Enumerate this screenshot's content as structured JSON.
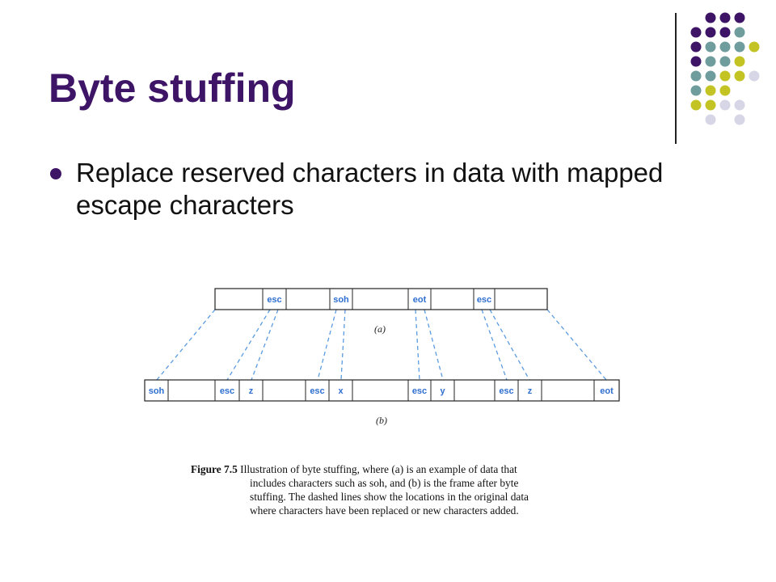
{
  "slide": {
    "title": "Byte stuffing",
    "bullet": "Replace reserved characters in data with mapped escape characters"
  },
  "colors": {
    "title": "#3d1466",
    "dot_purple": "#3d1466",
    "dot_teal": "#6f9c9c",
    "dot_olive": "#c3c424",
    "dot_lavender": "#d6d6e6",
    "cell_label": "#2f6fd0",
    "dashed_line": "#5b9be0"
  },
  "figure": {
    "row_a_cells": [
      "",
      "esc",
      "",
      "soh",
      "",
      "eot",
      "",
      "esc",
      ""
    ],
    "row_b_cells": [
      "soh",
      "",
      "esc",
      "z",
      "",
      "esc",
      "x",
      "",
      "esc",
      "y",
      "",
      "esc",
      "z",
      "",
      "eot"
    ],
    "label_a": "(a)",
    "label_b": "(b)",
    "caption": {
      "figure_number": "Figure 7.5",
      "lines": [
        "Illustration of byte stuffing, where (a) is an example of data that",
        "includes characters such as soh, and (b) is the frame after byte",
        "stuffing.  The dashed lines show the locations in the original data",
        "where characters have been replaced or new characters added."
      ]
    }
  }
}
